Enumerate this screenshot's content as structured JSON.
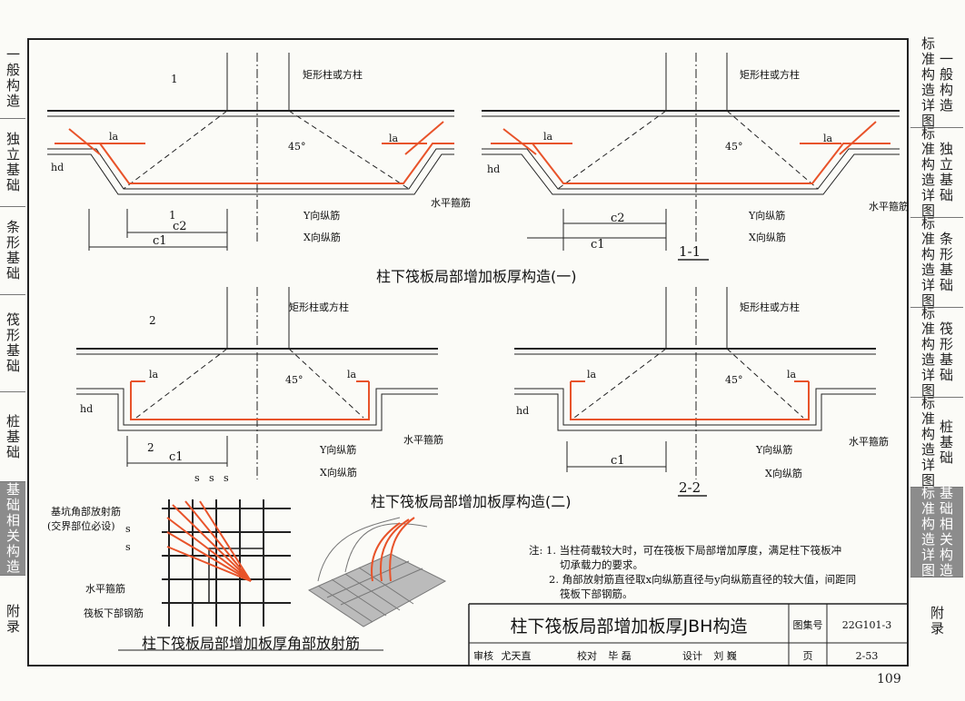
{
  "left_tabs": [
    {
      "label": "一般构造"
    },
    {
      "label": "独立基础"
    },
    {
      "label": "条形基础"
    },
    {
      "label": "筏形基础"
    },
    {
      "label": "桩基础"
    },
    {
      "label": "基础相关构造",
      "active": true
    },
    {
      "label": "附录"
    }
  ],
  "right_tabs": [
    {
      "a": "标准构造详图",
      "b": "一般构造"
    },
    {
      "a": "标准构造详图",
      "b": "独立基础"
    },
    {
      "a": "标准构造详图",
      "b": "条形基础"
    },
    {
      "a": "标准构造详图",
      "b": "筏形基础"
    },
    {
      "a": "标准构造详图",
      "b": "桩基础"
    },
    {
      "a": "标准构造详图",
      "b": "基础相关构造",
      "active": true
    },
    {
      "a": "",
      "b": "附录"
    }
  ],
  "labels": {
    "column": "矩形柱或方柱",
    "hoop": "水平箍筋",
    "y_bar": "Y向纵筋",
    "x_bar": "X向纵筋",
    "la": "la",
    "hd": "hd",
    "c1": "c1",
    "c2": "c2",
    "angle": "45°",
    "sec1": "1",
    "sec2": "2",
    "s": "s",
    "section11": "1-1",
    "section22": "2-2",
    "corner_bar": "基坑角部放射筋",
    "corner_note": "(交界部位必设)",
    "bottom_bar": "筏板下部钢筋"
  },
  "captions": {
    "c1": "柱下筏板局部增加板厚构造(一)",
    "c2": "柱下筏板局部增加板厚构造(二)",
    "c3": "柱下筏板局部增加板厚角部放射筋"
  },
  "notes": {
    "prefix": "注:",
    "n1": "1. 当柱荷载较大时，可在筏板下局部增加厚度，满足柱下筏板冲",
    "n1b": "切承载力的要求。",
    "n2": "2. 角部放射筋直径取x向纵筋直径与y向纵筋直径的较大值，间距同",
    "n2b": "筏板下部钢筋。"
  },
  "title_block": {
    "title": "柱下筏板局部增加板厚JBH构造",
    "atlas_label": "图集号",
    "atlas_no": "22G101-3",
    "review": "审核",
    "reviewer": "尤天直",
    "check": "校对",
    "checker": "毕  磊",
    "design": "设计",
    "designer": "刘  巍",
    "page_label": "页",
    "page_ref": "2-53"
  },
  "page_number": "109",
  "colors": {
    "rebar": "#e8532a",
    "line": "#222222"
  }
}
